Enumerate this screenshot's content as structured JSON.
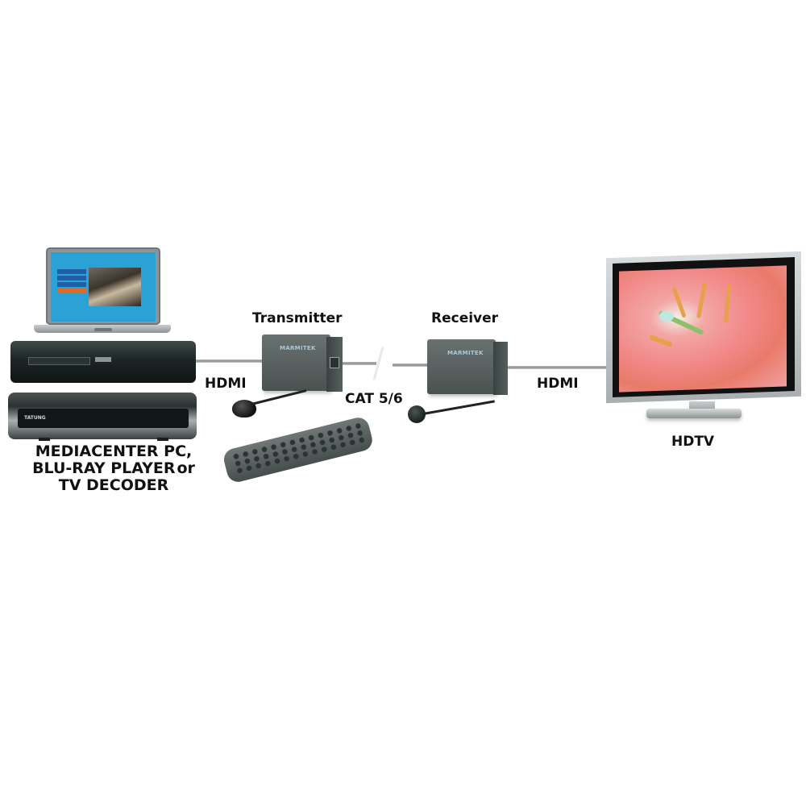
{
  "diagram": {
    "type": "hdmi-extender-connection-setup",
    "nodes": [
      {
        "id": "source",
        "label_lines": [
          "MEDIACENTER PC,",
          "BLU-RAY PLAYER or",
          "TV DECODER"
        ],
        "devices": [
          "laptop",
          "blu-ray-player",
          "tv-decoder"
        ]
      },
      {
        "id": "transmitter",
        "label": "Transmitter",
        "brand": "MARMITEK"
      },
      {
        "id": "receiver",
        "label": "Receiver",
        "brand": "MARMITEK"
      },
      {
        "id": "hdtv",
        "label": "HDTV"
      }
    ],
    "edges": [
      {
        "from": "source",
        "to": "transmitter",
        "label": "HDMI"
      },
      {
        "from": "transmitter",
        "to": "receiver",
        "label": "CAT 5/6"
      },
      {
        "from": "receiver",
        "to": "hdtv",
        "label": "HDMI"
      }
    ],
    "accessories": [
      "ir-sensor-transmitter",
      "ir-sensor-receiver",
      "remote-control"
    ]
  },
  "labels": {
    "transmitter": "Transmitter",
    "receiver": "Receiver",
    "hdmi_left": "HDMI",
    "cat": "CAT 5/6",
    "hdmi_right": "HDMI",
    "hdtv": "HDTV",
    "source_line1": "MEDIACENTER PC,",
    "source_line2a": "BLU-RAY PLAYER",
    "source_line2b": "or",
    "source_line3": "TV DECODER",
    "brand": "MARMITEK",
    "decoder_brand": "TATUNG"
  },
  "colors": {
    "background": "#ffffff",
    "text": "#111111",
    "cable": "#9a9f9f",
    "tv_screen": "#f28a8a",
    "laptop_screen": "#2aa2d6"
  }
}
